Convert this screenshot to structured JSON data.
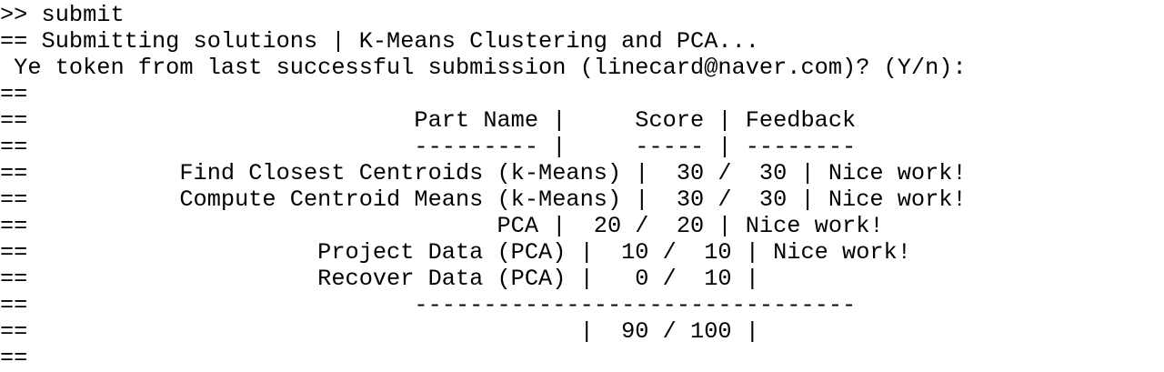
{
  "terminal": {
    "lines": [
      ">> submit",
      "== Submitting solutions | K-Means Clustering and PCA...",
      " Ye token from last successful submission (linecard@naver.com)? (Y/n):",
      "==",
      "==                            Part Name |     Score | Feedback",
      "==                            --------- |     ----- | --------",
      "==           Find Closest Centroids (k-Means) |  30 /  30 | Nice work!",
      "==           Compute Centroid Means (k-Means) |  30 /  30 | Nice work!",
      "==                                  PCA |  20 /  20 | Nice work!",
      "==                     Project Data (PCA) |  10 /  10 | Nice work!",
      "==                     Recover Data (PCA) |   0 /  10 |",
      "==                            --------------------------------",
      "==                                        |  90 / 100 |",
      "=="
    ]
  }
}
